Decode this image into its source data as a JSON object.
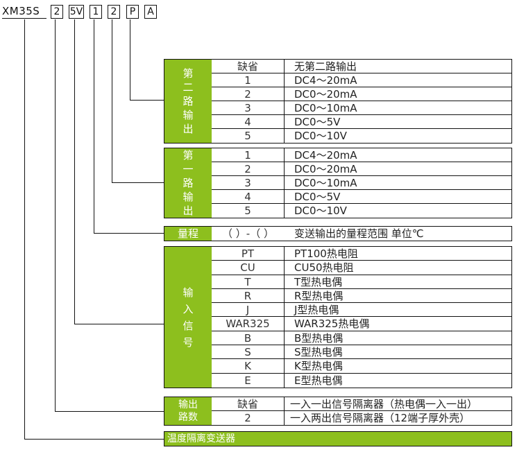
{
  "model": {
    "prefix": "XM35S",
    "codes": [
      "2",
      "5V",
      "1",
      "2",
      "P",
      "A"
    ]
  },
  "groups": {
    "second_output": {
      "label": [
        "第",
        "二",
        "路",
        "输",
        "出"
      ],
      "rows": [
        [
          "缺省",
          "无第二路输出"
        ],
        [
          "1",
          "DC4～20mA"
        ],
        [
          "2",
          "DC0～20mA"
        ],
        [
          "3",
          "DC0～10mA"
        ],
        [
          "4",
          "DC0～5V"
        ],
        [
          "5",
          "DC0～10V"
        ]
      ]
    },
    "first_output": {
      "label": [
        "第",
        "一",
        "路",
        "输",
        "出"
      ],
      "rows": [
        [
          "1",
          "DC4～20mA"
        ],
        [
          "2",
          "DC0～20mA"
        ],
        [
          "3",
          "DC0～10mA"
        ],
        [
          "4",
          "DC0～5V"
        ],
        [
          "5",
          "DC0～10V"
        ]
      ]
    },
    "range": {
      "label": [
        "量程"
      ],
      "rows": [
        [
          "（ ）-（ ）",
          "变送输出的量程范围  单位℃"
        ]
      ]
    },
    "input": {
      "label": [
        "输",
        "入",
        "信",
        "号"
      ],
      "rows": [
        [
          "PT",
          "PT100热电阻"
        ],
        [
          "CU",
          "CU50热电阻"
        ],
        [
          "T",
          "T型热电偶"
        ],
        [
          "R",
          "R型热电偶"
        ],
        [
          "J",
          "J型热电偶"
        ],
        [
          "WAR325",
          "WAR325热电偶"
        ],
        [
          "B",
          "B型热电偶"
        ],
        [
          "S",
          "S型热电偶"
        ],
        [
          "K",
          "K型热电偶"
        ],
        [
          "E",
          "E型热电偶"
        ]
      ]
    },
    "channels": {
      "label": [
        "输出",
        "路数"
      ],
      "rows": [
        [
          "缺省",
          "一入一出信号隔离器（热电偶一入一出）"
        ],
        [
          "2",
          "一入两出信号隔离器（12端子厚外壳）"
        ]
      ]
    }
  },
  "product_name": "温度隔离变送器",
  "colors": {
    "accent": "#8dbf1e",
    "line": "#111111"
  }
}
